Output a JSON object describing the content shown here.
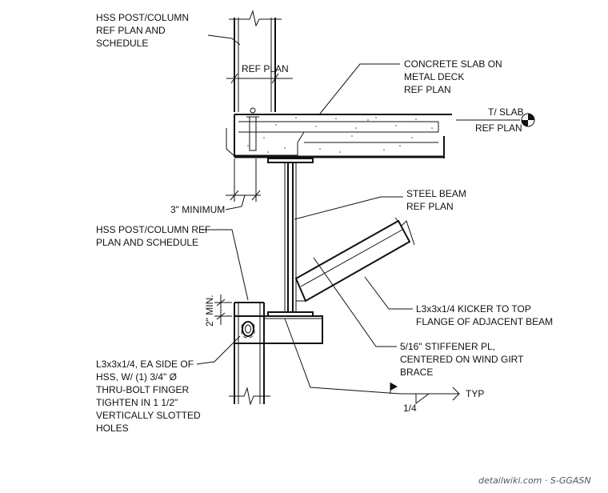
{
  "notes": {
    "hss_top": [
      "HSS POST/COLUMN",
      "REF PLAN AND",
      "SCHEDULE"
    ],
    "ref_plan": "REF PLAN",
    "concrete_slab": [
      "CONCRETE SLAB ON",
      "METAL DECK",
      "REF PLAN"
    ],
    "t_slab": "T/ SLAB",
    "t_slab_ref": "REF PLAN",
    "three_inch_min": "3\" MINIMUM",
    "steel_beam": [
      "STEEL BEAM",
      "REF PLAN"
    ],
    "hss_mid": [
      "HSS POST/COLUMN REF",
      "PLAN AND SCHEDULE"
    ],
    "two_inch_min": "2\" MIN.",
    "kicker": [
      "L3x3x1/4 KICKER TO TOP",
      "FLANGE OF ADJACENT BEAM"
    ],
    "angle": [
      "L3x3x1/4, EA SIDE OF",
      "HSS, W/ (1) 3/4\" Ø",
      "THRU-BOLT FINGER",
      "TIGHTEN IN 1 1/2\"",
      "VERTICALLY SLOTTED",
      "HOLES"
    ],
    "stiffener": [
      "5/16\" STIFFENER PL,",
      "CENTERED ON WIND GIRT",
      "BRACE"
    ],
    "weld_size": "1/4",
    "weld_typ": "TYP"
  },
  "watermark": "detailwiki.com · S-GGASN"
}
